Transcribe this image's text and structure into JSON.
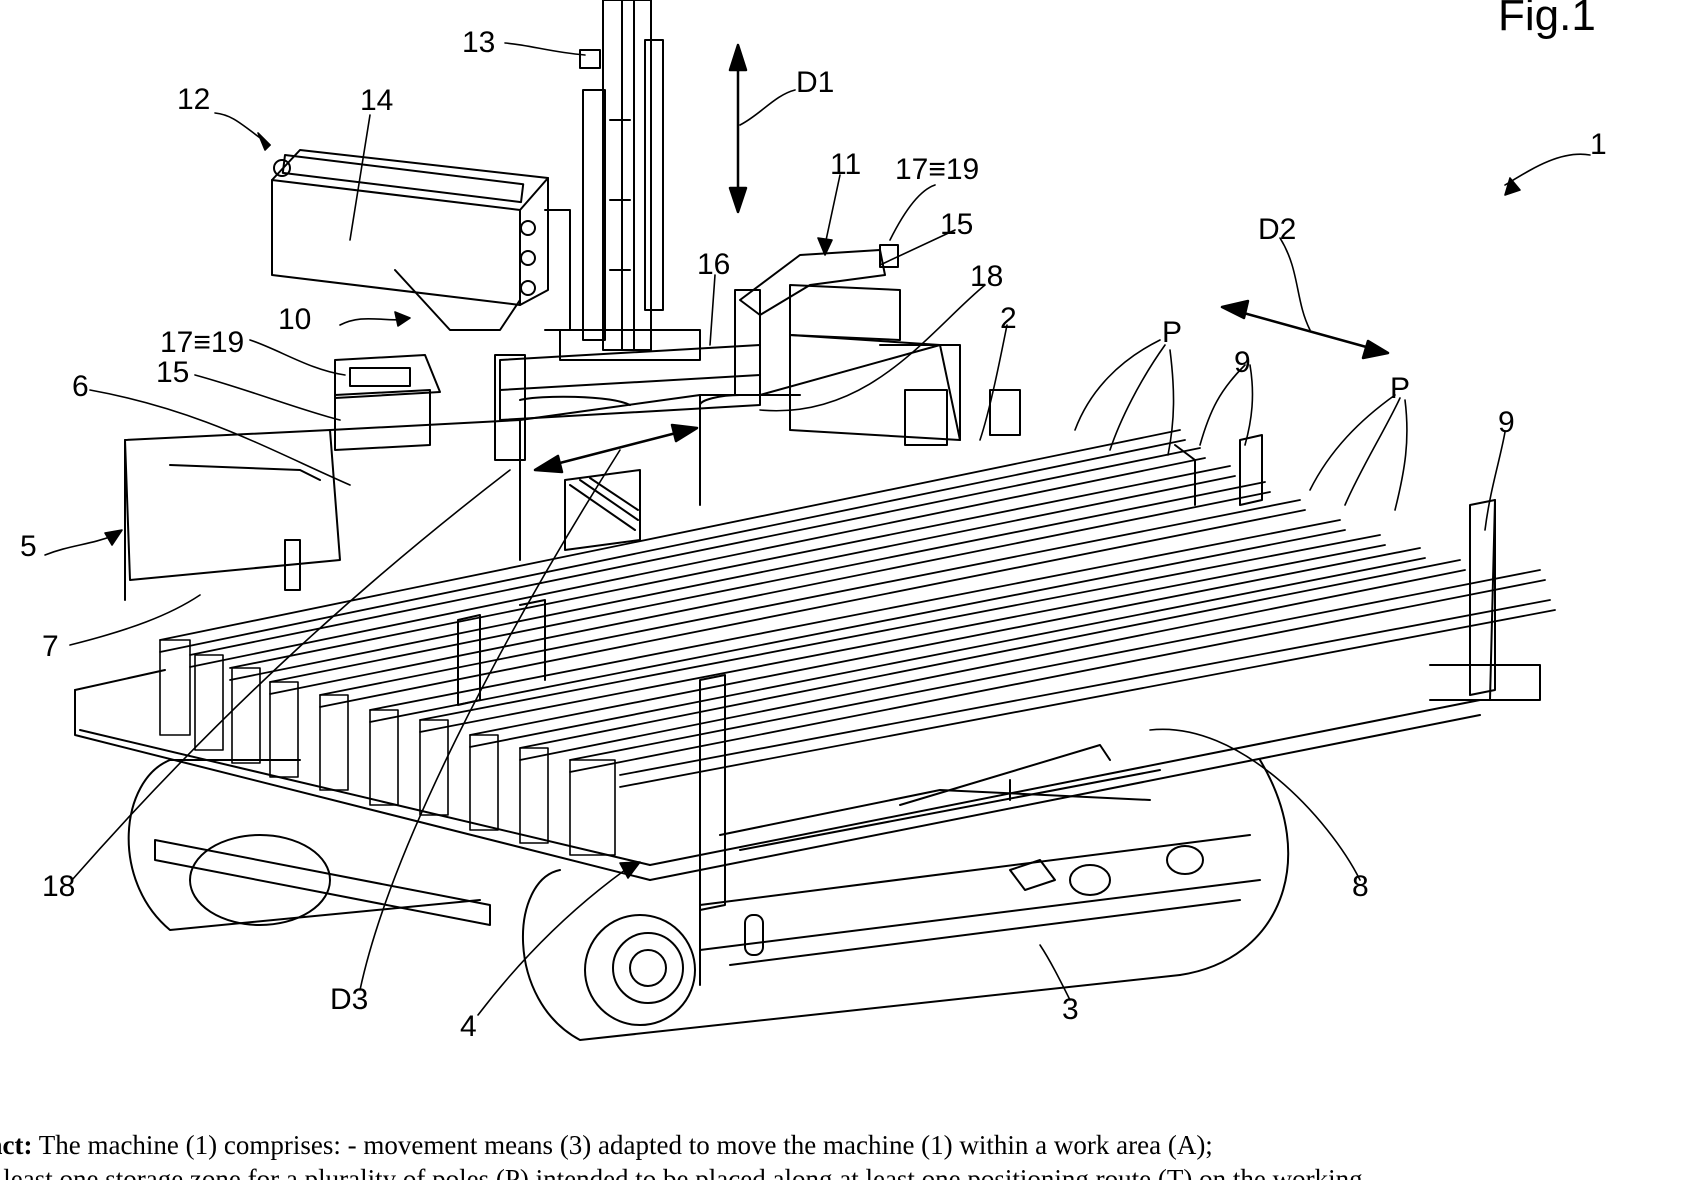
{
  "figure": {
    "title": "Fig.1",
    "labels": [
      {
        "id": "13",
        "text": "13"
      },
      {
        "id": "D1",
        "text": "D1"
      },
      {
        "id": "12",
        "text": "12"
      },
      {
        "id": "14",
        "text": "14"
      },
      {
        "id": "11",
        "text": "11"
      },
      {
        "id": "17a",
        "text": "17≡19"
      },
      {
        "id": "1",
        "text": "1"
      },
      {
        "id": "15a",
        "text": "15"
      },
      {
        "id": "16",
        "text": "16"
      },
      {
        "id": "18a",
        "text": "18"
      },
      {
        "id": "D2",
        "text": "D2"
      },
      {
        "id": "10",
        "text": "10"
      },
      {
        "id": "2",
        "text": "2"
      },
      {
        "id": "17b",
        "text": "17≡19"
      },
      {
        "id": "Pa",
        "text": "P"
      },
      {
        "id": "9a",
        "text": "9"
      },
      {
        "id": "6",
        "text": "6"
      },
      {
        "id": "15b",
        "text": "15"
      },
      {
        "id": "Pb",
        "text": "P"
      },
      {
        "id": "9b",
        "text": "9"
      },
      {
        "id": "5",
        "text": "5"
      },
      {
        "id": "7",
        "text": "7"
      },
      {
        "id": "18b",
        "text": "18"
      },
      {
        "id": "8",
        "text": "8"
      },
      {
        "id": "D3",
        "text": "D3"
      },
      {
        "id": "4",
        "text": "4"
      },
      {
        "id": "3",
        "text": "3"
      }
    ]
  },
  "abstract": {
    "heading": "act:",
    "line1": " The machine (1) comprises: - movement means (3) adapted to move the machine (1) within a work area (A);",
    "line2": "t least one storage zone for a plurality of poles (P) intended to be placed along at least one positioning route (T) on the working"
  }
}
